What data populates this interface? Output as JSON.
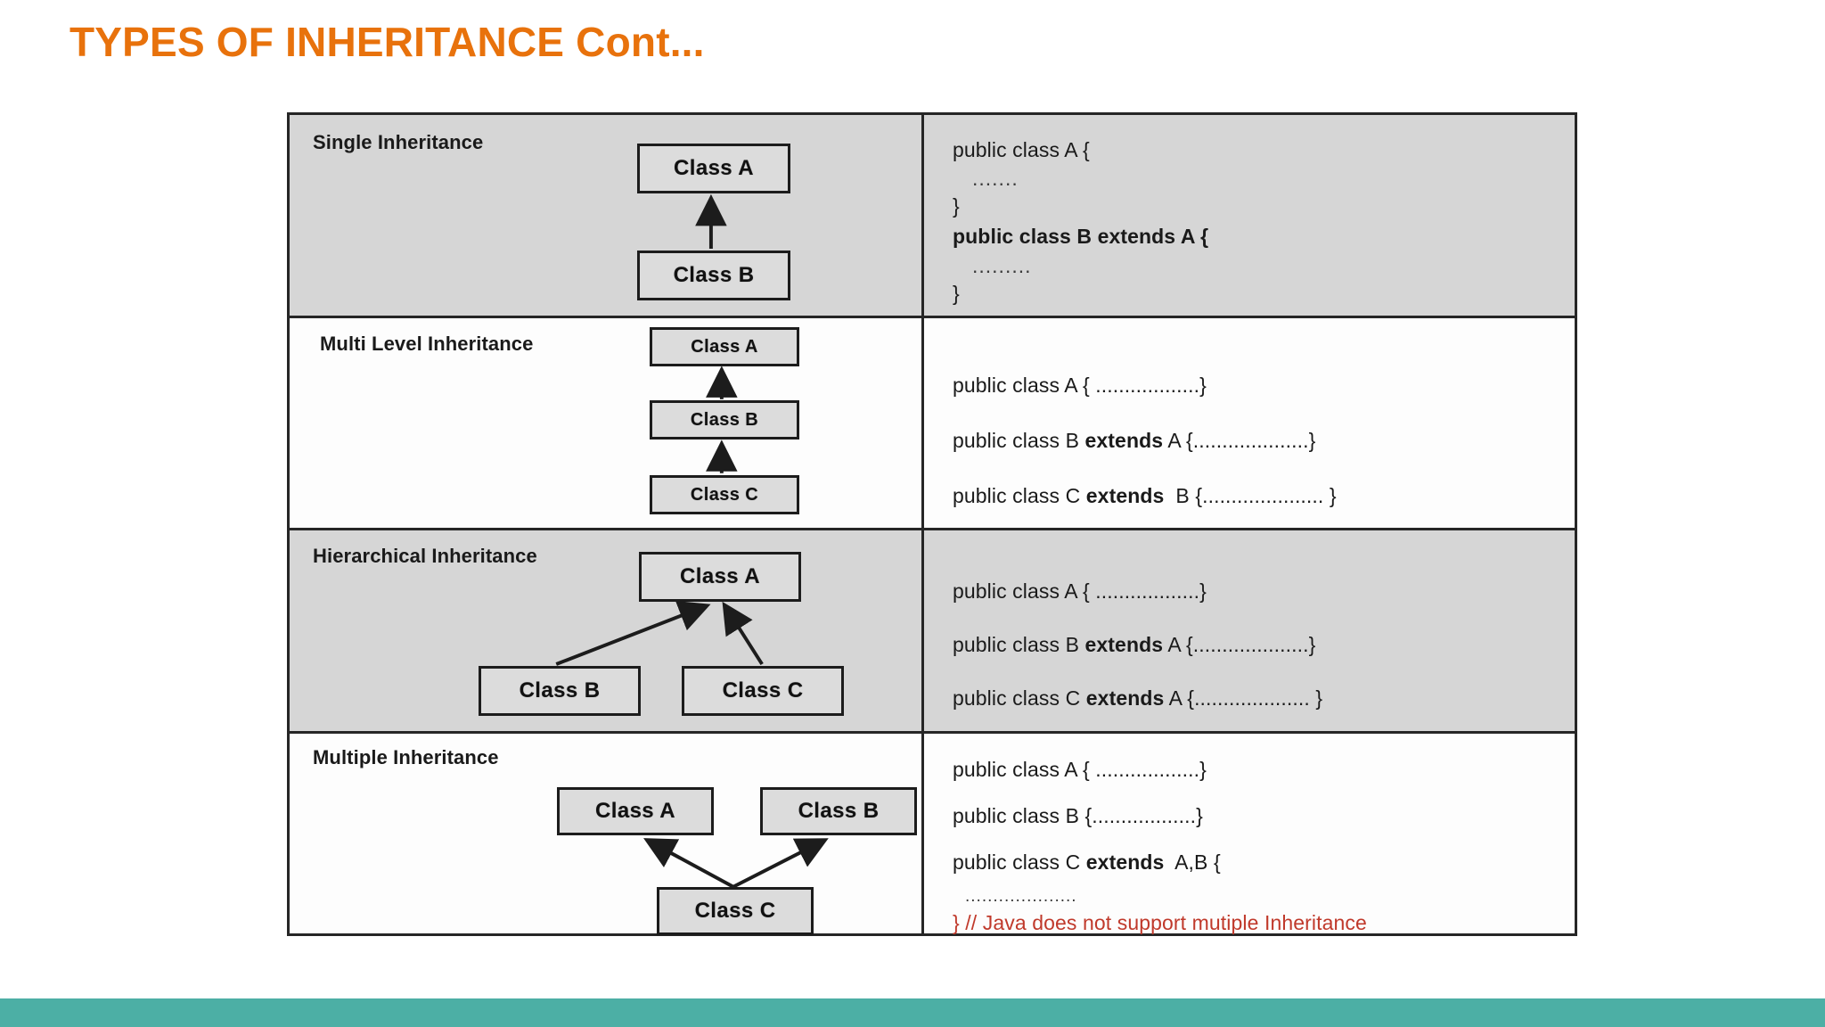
{
  "slide": {
    "title": "TYPES OF INHERITANCE Cont...",
    "title_color": "#E8720C",
    "accent_bar_color": "#4CAFA5",
    "shaded_row_color": "#d6d6d6",
    "warning_text_color": "#C0392B"
  },
  "table": {
    "rows": [
      {
        "label": "Single Inheritance",
        "shaded": true,
        "boxes": [
          {
            "name": "Class A"
          },
          {
            "name": "Class B"
          }
        ],
        "code": [
          {
            "text": "public class A {",
            "style": "normal"
          },
          {
            "text": ".......",
            "style": "dots"
          },
          {
            "text": "}",
            "style": "normal"
          },
          {
            "text": "public class B extends A {",
            "style": "bold-extends"
          },
          {
            "text": ".........",
            "style": "dots"
          },
          {
            "text": "}",
            "style": "normal"
          }
        ]
      },
      {
        "label": "Multi Level Inheritance",
        "shaded": false,
        "boxes": [
          {
            "name": "Class A"
          },
          {
            "name": "Class B"
          },
          {
            "name": "Class C"
          }
        ],
        "code": [
          {
            "text": "public class A { ..................}",
            "style": "normal"
          },
          {
            "text": "public class B extends A {....................}",
            "style": "bold-extends"
          },
          {
            "text": "public class C extends  B {..................... }",
            "style": "bold-extends"
          }
        ]
      },
      {
        "label": "Hierarchical Inheritance",
        "shaded": true,
        "boxes": [
          {
            "name": "Class A"
          },
          {
            "name": "Class B"
          },
          {
            "name": "Class C"
          }
        ],
        "code": [
          {
            "text": "public class A { ..................}",
            "style": "normal"
          },
          {
            "text": "public class B extends A {....................}",
            "style": "bold-extends"
          },
          {
            "text": "public class C extends A {.................... }",
            "style": "bold-extends"
          }
        ]
      },
      {
        "label": "Multiple Inheritance",
        "shaded": false,
        "boxes": [
          {
            "name": "Class A"
          },
          {
            "name": "Class B"
          },
          {
            "name": "Class C"
          }
        ],
        "code": [
          {
            "text": "public class A { ..................}",
            "style": "normal"
          },
          {
            "text": "public class B {..................}",
            "style": "normal"
          },
          {
            "text": "public class C extends  A,B {",
            "style": "bold-extends"
          },
          {
            "text": "....................",
            "style": "dots"
          },
          {
            "text": "} // Java does not support mutiple Inheritance",
            "style": "warn"
          }
        ]
      }
    ]
  }
}
